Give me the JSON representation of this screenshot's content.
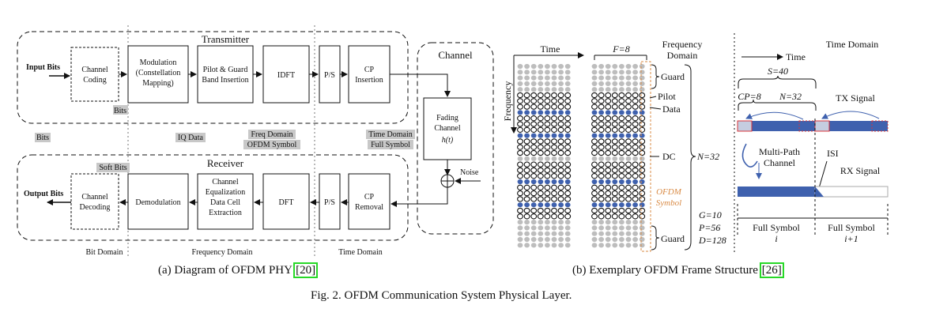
{
  "left": {
    "transmitter_title": "Transmitter",
    "receiver_title": "Receiver",
    "channel_title": "Channel",
    "input_bits": "Input Bits",
    "output_bits": "Output Bits",
    "tx_blocks": {
      "channel_coding": [
        "Channel",
        "Coding"
      ],
      "modulation": [
        "Modulation",
        "(Constellation",
        "Mapping)"
      ],
      "pilot_guard": [
        "Pilot  & Guard",
        "Band Insertion"
      ],
      "idft": [
        "IDFT"
      ],
      "ps": [
        "P/S"
      ],
      "cp_insertion": [
        "CP",
        "Insertion"
      ]
    },
    "rx_blocks": {
      "channel_decoding": [
        "Channel",
        "Decoding"
      ],
      "demodulation": [
        "Demodulation"
      ],
      "equalization": [
        "Channel",
        "Equalization",
        "",
        "Data Cell",
        "Extraction"
      ],
      "dft": [
        "DFT"
      ],
      "ps": [
        "P/S"
      ],
      "cp_removal": [
        "CP",
        "Removal"
      ]
    },
    "fading": [
      "Fading",
      "Channel"
    ],
    "fading_h": "h(t)",
    "noise": "Noise",
    "tags": {
      "bits_grey": "Bits",
      "bits_row": "Bits",
      "iq_data": "IQ Data",
      "freq_domain": "Freq Domain",
      "ofdm_symbol": "OFDM Symbol",
      "time_domain": "Time Domain",
      "full_symbol": "Full Symbol",
      "soft_bits": "Soft Bits"
    },
    "domains": {
      "bit": "Bit Domain",
      "frequency": "Frequency Domain",
      "time": "Time Domain"
    }
  },
  "right": {
    "time": "Time",
    "frequency": "Frequency",
    "f8": "F=8",
    "frequency_domain": [
      "Frequency",
      "Domain"
    ],
    "guard": "Guard",
    "pilot": "Pilot",
    "data": "Data",
    "dc": "DC",
    "n32": "N=32",
    "ofdm_symbol": [
      "OFDM",
      "Symbol"
    ],
    "g10": "G=10",
    "p56": "P=56",
    "d128": "D=128",
    "time_domain": "Time Domain",
    "time_axis": "Time",
    "s40": "S=40",
    "cp8": "CP=8",
    "n32b": "N=32",
    "tx_signal": "TX Signal",
    "multipath": [
      "Multi-Path",
      "Channel"
    ],
    "isi": "ISI",
    "rx_signal": "RX Signal",
    "full_symbol_i": [
      "Full Symbol",
      "i"
    ],
    "full_symbol_i1": [
      "Full Symbol",
      "i+1"
    ],
    "colors": {
      "blue": "#3f61ae",
      "grey": "#bdbdbd",
      "orange": "#d98b46",
      "red": "#d9343a",
      "tag_grey": "#c8c8c8"
    }
  },
  "captions": {
    "a_prefix": "(a) Diagram of OFDM PHY ",
    "a_ref": "[20]",
    "b_prefix": "(b) Exemplary OFDM Frame Structure ",
    "b_ref": "[26]",
    "figure": "Fig. 2.  OFDM Communication System Physical Layer."
  }
}
